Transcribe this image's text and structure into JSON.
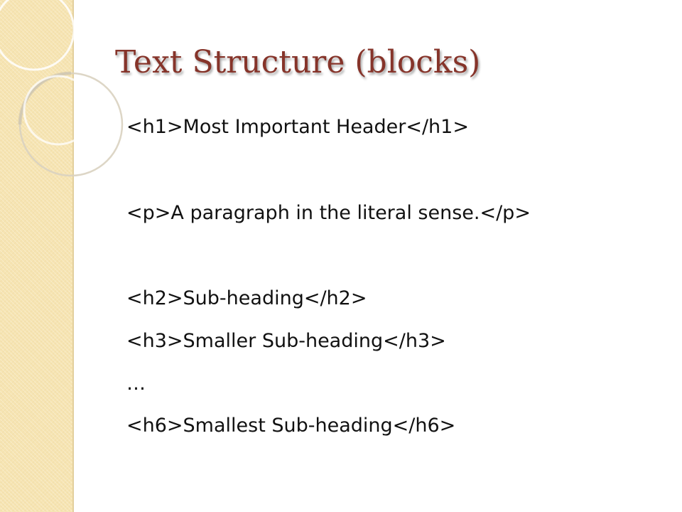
{
  "slide": {
    "title": "Text Structure (blocks)",
    "lines": [
      "<h1>Most Important Header</h1>",
      "<p>A paragraph in the literal sense.</p>",
      "<h2>Sub-heading</h2>",
      "<h3>Smaller Sub-heading</h3>",
      "…",
      "<h6>Smallest Sub-heading</h6>"
    ]
  },
  "theme": {
    "title_color": "#86342a",
    "band_color": "#f6e4b2",
    "text_color": "#111111"
  }
}
